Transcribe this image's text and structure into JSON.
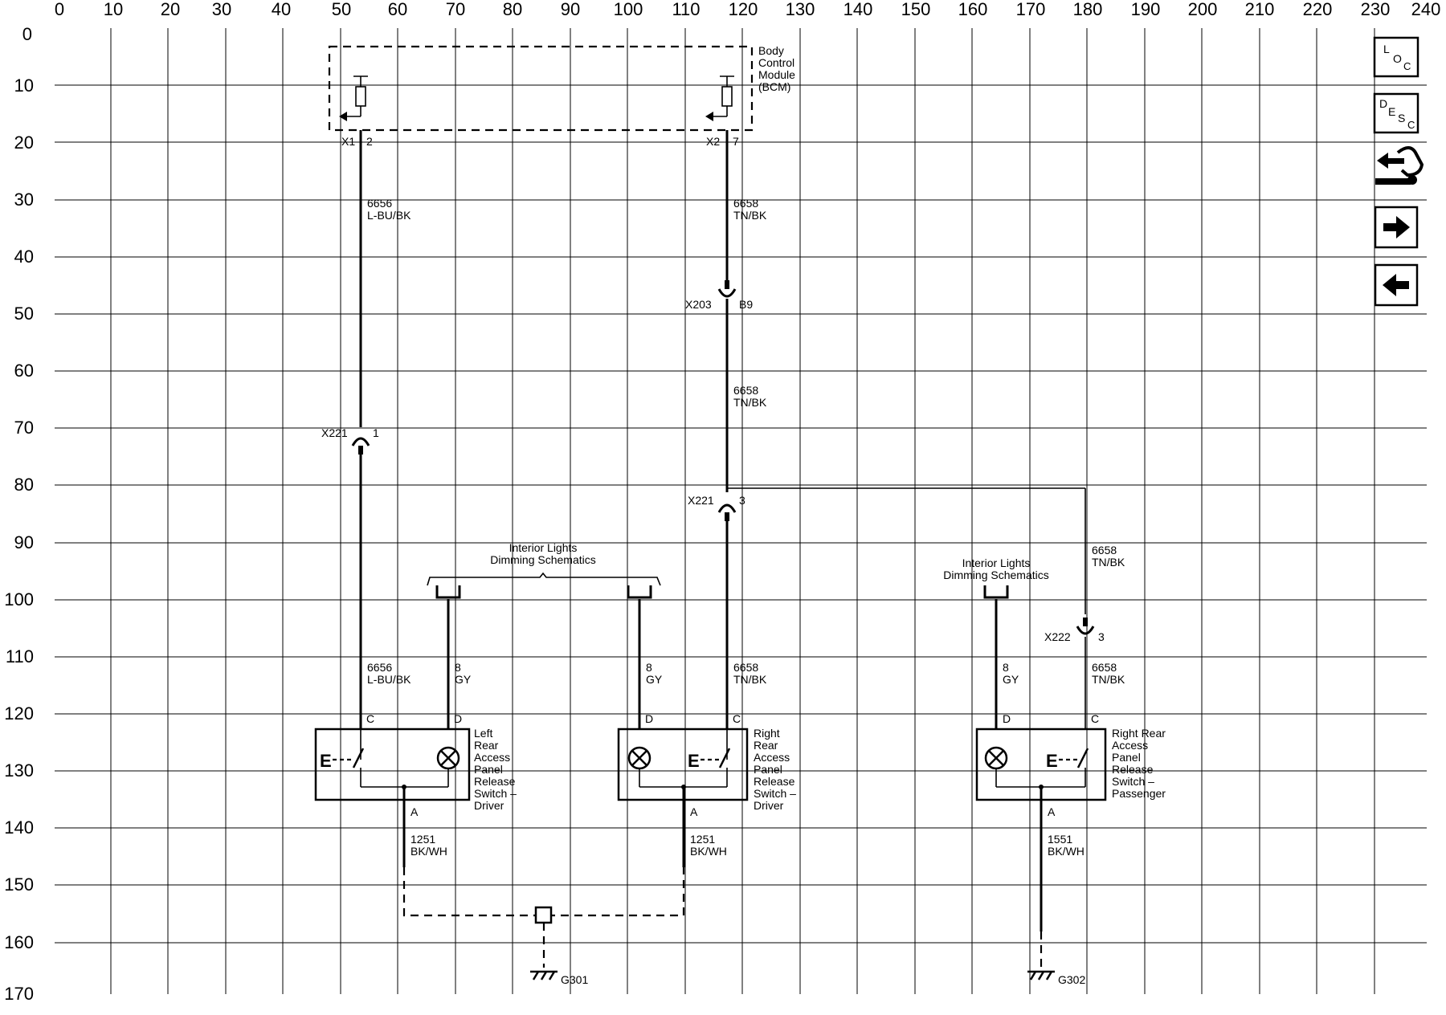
{
  "axes": {
    "x_ticks": [
      "0",
      "10",
      "20",
      "30",
      "40",
      "50",
      "60",
      "70",
      "80",
      "90",
      "100",
      "110",
      "120",
      "130",
      "140",
      "150",
      "160",
      "170",
      "180",
      "190",
      "200",
      "210",
      "220",
      "230",
      "240"
    ],
    "y_ticks": [
      "0",
      "10",
      "20",
      "30",
      "40",
      "50",
      "60",
      "70",
      "80",
      "90",
      "100",
      "110",
      "120",
      "130",
      "140",
      "150",
      "160",
      "170"
    ]
  },
  "nav_buttons": {
    "loc": [
      "L",
      "O",
      "C"
    ],
    "desc": [
      "D",
      "E",
      "S",
      "C"
    ],
    "forward_icon": "arrow-right-icon",
    "back_icon": "arrow-left-icon",
    "connector_icon": "connector-view-icon"
  },
  "bcm": {
    "title_lines": [
      "Body",
      "Control",
      "Module",
      "(BCM)"
    ],
    "pin_left": {
      "conn": "X1",
      "pin": "2"
    },
    "pin_right": {
      "conn": "X2",
      "pin": "7"
    }
  },
  "wires": {
    "left_top": {
      "circuit": "6656",
      "color": "L-BU/BK"
    },
    "mid_top": {
      "circuit": "6658",
      "color": "TN/BK"
    },
    "mid_between": {
      "circuit": "6658",
      "color": "TN/BK"
    },
    "right_top": {
      "circuit": "6658",
      "color": "TN/BK"
    },
    "left_bottom": {
      "circuit": "6656",
      "color": "L-BU/BK"
    },
    "gy_left": {
      "circuit": "8",
      "color": "GY"
    },
    "gy_mid": {
      "circuit": "8",
      "color": "GY"
    },
    "mid_bottom": {
      "circuit": "6658",
      "color": "TN/BK"
    },
    "gy_right": {
      "circuit": "8",
      "color": "GY"
    },
    "right_bottom": {
      "circuit": "6658",
      "color": "TN/BK"
    },
    "ground_left": {
      "circuit": "1251",
      "color": "BK/WH"
    },
    "ground_mid": {
      "circuit": "1251",
      "color": "BK/WH"
    },
    "ground_right": {
      "circuit": "1551",
      "color": "BK/WH"
    }
  },
  "connectors": {
    "x203": {
      "name": "X203",
      "pin": "B9"
    },
    "x221_left": {
      "name": "X221",
      "pin": "1"
    },
    "x221_mid": {
      "name": "X221",
      "pin": "3"
    },
    "x222": {
      "name": "X222",
      "pin": "3"
    }
  },
  "dimming_refs": {
    "left": [
      "Interior Lights",
      "Dimming Schematics"
    ],
    "right": [
      "Interior Lights",
      "Dimming Schematics"
    ]
  },
  "switches": {
    "left": {
      "lines": [
        "Left",
        "Rear",
        "Access",
        "Panel",
        "Release",
        "Switch –",
        "Driver"
      ],
      "pin_c": "C",
      "pin_d": "D",
      "pin_a": "A",
      "symbol": "E"
    },
    "mid": {
      "lines": [
        "Right",
        "Rear",
        "Access",
        "Panel",
        "Release",
        "Switch –",
        "Driver"
      ],
      "pin_c": "C",
      "pin_d": "D",
      "pin_a": "A",
      "symbol": "E"
    },
    "right": {
      "lines": [
        "Right Rear",
        "Access",
        "Panel",
        "Release",
        "Switch –",
        "Passenger"
      ],
      "pin_c": "C",
      "pin_d": "D",
      "pin_a": "A",
      "symbol": "E"
    }
  },
  "grounds": {
    "g301": "G301",
    "g302": "G302"
  }
}
